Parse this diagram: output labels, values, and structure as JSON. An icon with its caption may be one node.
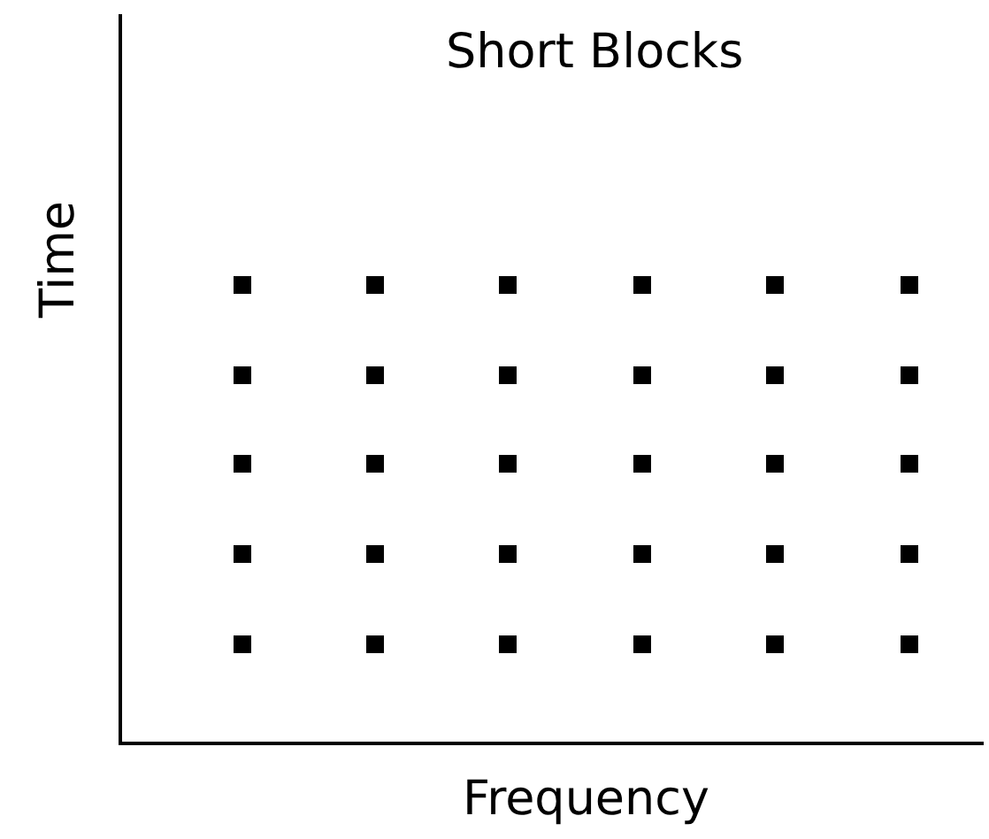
{
  "diagram": {
    "title": "Short Blocks",
    "labels": [
      "Time",
      "Frequency"
    ]
  }
}
